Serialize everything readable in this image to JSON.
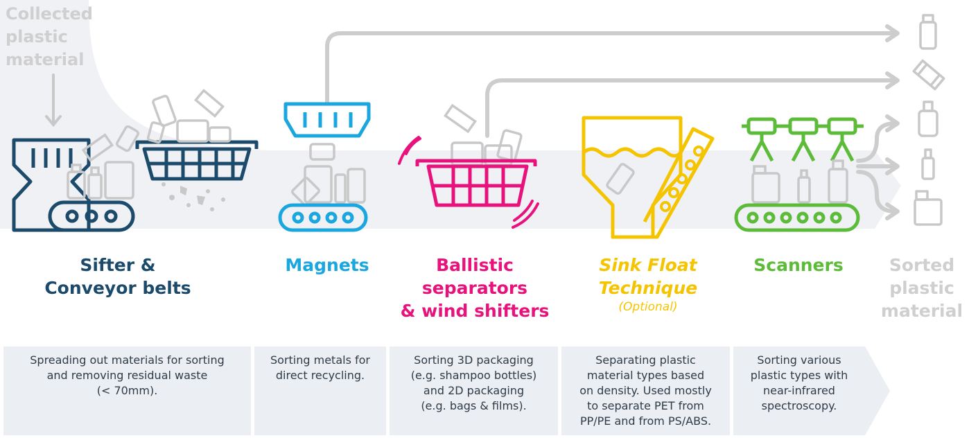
{
  "input_label": [
    "Collected",
    "plastic",
    "material"
  ],
  "output_label": [
    "Sorted",
    "plastic",
    "material"
  ],
  "stages": [
    {
      "name": "sifter",
      "title": [
        "Sifter &",
        "Conveyor belts"
      ],
      "color": "#1b4a6b",
      "description": [
        "Spreading out materials for sorting",
        "and removing residual waste",
        "(< 70mm)."
      ]
    },
    {
      "name": "magnets",
      "title": [
        "Magnets"
      ],
      "color": "#1aa7df",
      "description": [
        "Sorting metals for",
        "direct recycling."
      ]
    },
    {
      "name": "ballistic",
      "title": [
        "Ballistic",
        "separators",
        "& wind shifters"
      ],
      "color": "#e8127c",
      "description": [
        "Sorting 3D packaging",
        "(e.g. shampoo bottles)",
        "and 2D packaging",
        "(e.g. bags & films)."
      ]
    },
    {
      "name": "sink-float",
      "title": [
        "Sink Float",
        "Technique"
      ],
      "subtitle": "(Optional)",
      "color": "#f5c400",
      "description": [
        "Separating plastic",
        "material types based",
        "on density. Used mostly",
        "to separate PET from",
        "PP/PE and from PS/ABS."
      ]
    },
    {
      "name": "scanners",
      "title": [
        "Scanners"
      ],
      "color": "#5dbb3a",
      "description": [
        "Sorting various",
        "plastic types with",
        "near-infrared",
        "spectroscopy."
      ]
    }
  ],
  "colors": {
    "flow": "#f0f1f4",
    "pipe": "#cdcdcd",
    "item": "#c8c8c8",
    "panel": "#ebeef3",
    "text": "#2f3b46"
  }
}
